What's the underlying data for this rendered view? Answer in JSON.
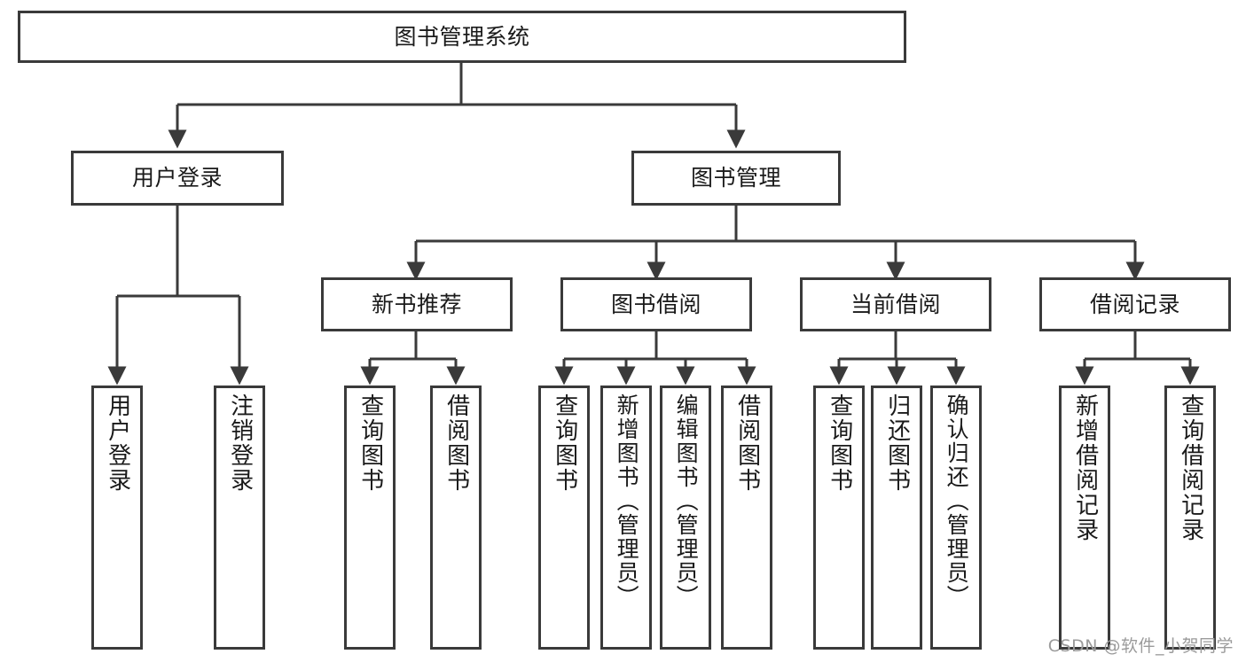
{
  "diagram": {
    "title": "图书管理系统",
    "watermark": "CSDN @软件_小贺同学",
    "accent_color": "#3a3a3a",
    "background_color": "#ffffff",
    "text_color": "#1a1a1a",
    "nodes": {
      "root": "图书管理系统",
      "level2": {
        "user_login": "用户登录",
        "book_manage": "图书管理"
      },
      "level2_leaves": {
        "user_login_do": "用户登录",
        "user_logout": "注销登录"
      },
      "level3": {
        "new_book_rec": "新书推荐",
        "book_borrow": "图书借阅",
        "current_borrow": "当前借阅",
        "borrow_record": "借阅记录"
      },
      "new_book_rec_leaves": {
        "query_book": "查询图书",
        "borrow_book": "借阅图书"
      },
      "book_borrow_leaves": {
        "query_book": "查询图书",
        "add_book_admin": "新增图书（管理员）",
        "edit_book_admin": "编辑图书（管理员）",
        "borrow_book": "借阅图书"
      },
      "current_borrow_leaves": {
        "query_book": "查询图书",
        "return_book": "归还图书",
        "confirm_return_admin": "确认归还（管理员）"
      },
      "borrow_record_leaves": {
        "add_record": "新增借阅记录",
        "query_record": "查询借阅记录"
      }
    }
  }
}
